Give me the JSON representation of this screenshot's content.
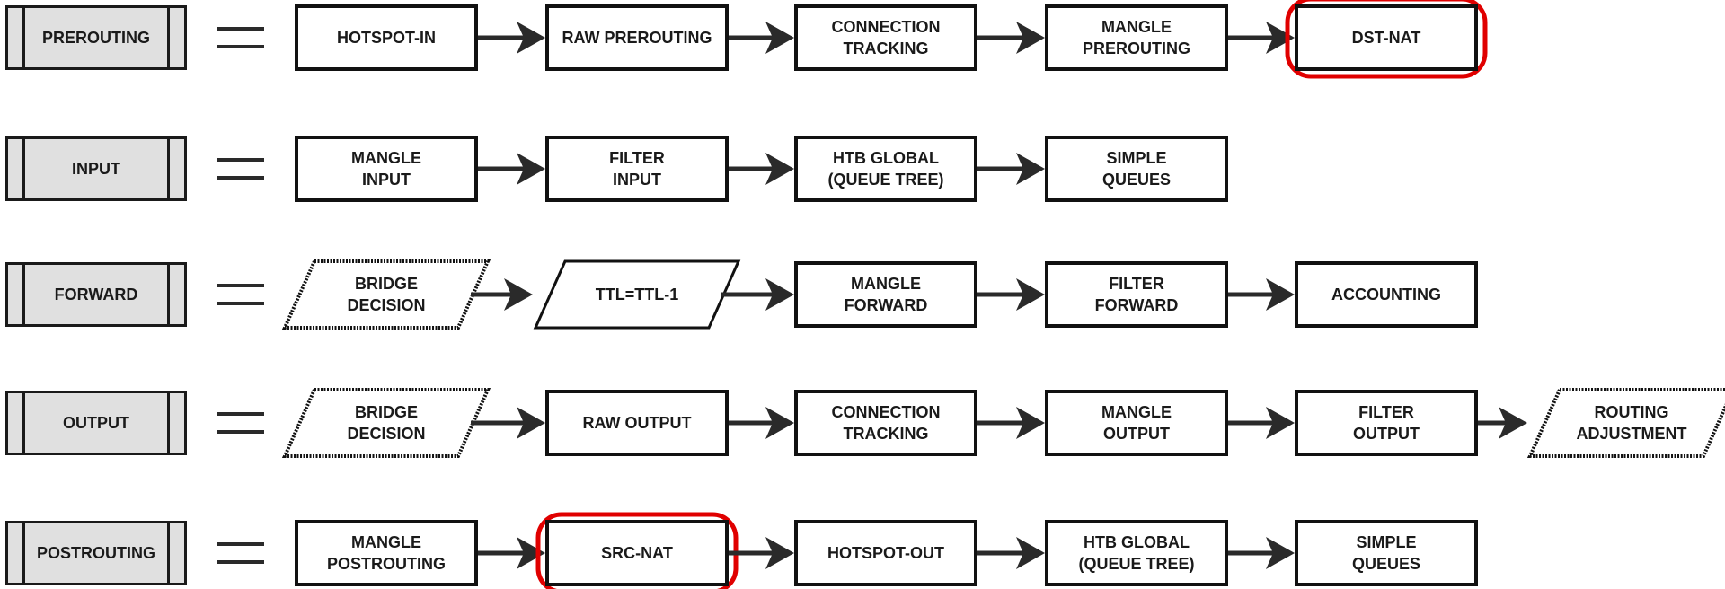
{
  "colors": {
    "stroke": "#111111",
    "chain_fill": "#e0e0e0",
    "highlight": "#e00000"
  },
  "rows": [
    {
      "chain": "PREROUTING",
      "nodes": [
        {
          "label": "HOTSPOT-IN",
          "shape": "box"
        },
        {
          "label": "RAW PREROUTING",
          "shape": "box"
        },
        {
          "label": "CONNECTION\nTRACKING",
          "shape": "box"
        },
        {
          "label": "MANGLE\nPREROUTING",
          "shape": "box"
        },
        {
          "label": "DST-NAT",
          "shape": "box",
          "highlight": true
        }
      ]
    },
    {
      "chain": "INPUT",
      "nodes": [
        {
          "label": "MANGLE\nINPUT",
          "shape": "box"
        },
        {
          "label": "FILTER\nINPUT",
          "shape": "box"
        },
        {
          "label": "HTB GLOBAL\n(QUEUE TREE)",
          "shape": "box"
        },
        {
          "label": "SIMPLE\nQUEUES",
          "shape": "box"
        }
      ]
    },
    {
      "chain": "FORWARD",
      "nodes": [
        {
          "label": "BRIDGE\nDECISION",
          "shape": "para-dotted"
        },
        {
          "label": "TTL=TTL-1",
          "shape": "para"
        },
        {
          "label": "MANGLE\nFORWARD",
          "shape": "box"
        },
        {
          "label": "FILTER\nFORWARD",
          "shape": "box"
        },
        {
          "label": "ACCOUNTING",
          "shape": "box"
        }
      ]
    },
    {
      "chain": "OUTPUT",
      "nodes": [
        {
          "label": "BRIDGE\nDECISION",
          "shape": "para-dotted"
        },
        {
          "label": "RAW OUTPUT",
          "shape": "box"
        },
        {
          "label": "CONNECTION\nTRACKING",
          "shape": "box"
        },
        {
          "label": "MANGLE\nOUTPUT",
          "shape": "box"
        },
        {
          "label": "FILTER\nOUTPUT",
          "shape": "box"
        },
        {
          "label": "ROUTING\nADJUSTMENT",
          "shape": "para-dotted"
        }
      ]
    },
    {
      "chain": "POSTROUTING",
      "nodes": [
        {
          "label": "MANGLE\nPOSTROUTING",
          "shape": "box"
        },
        {
          "label": "SRC-NAT",
          "shape": "box",
          "highlight": true
        },
        {
          "label": "HOTSPOT-OUT",
          "shape": "box"
        },
        {
          "label": "HTB GLOBAL\n(QUEUE TREE)",
          "shape": "box"
        },
        {
          "label": "SIMPLE\nQUEUES",
          "shape": "box"
        }
      ]
    }
  ]
}
